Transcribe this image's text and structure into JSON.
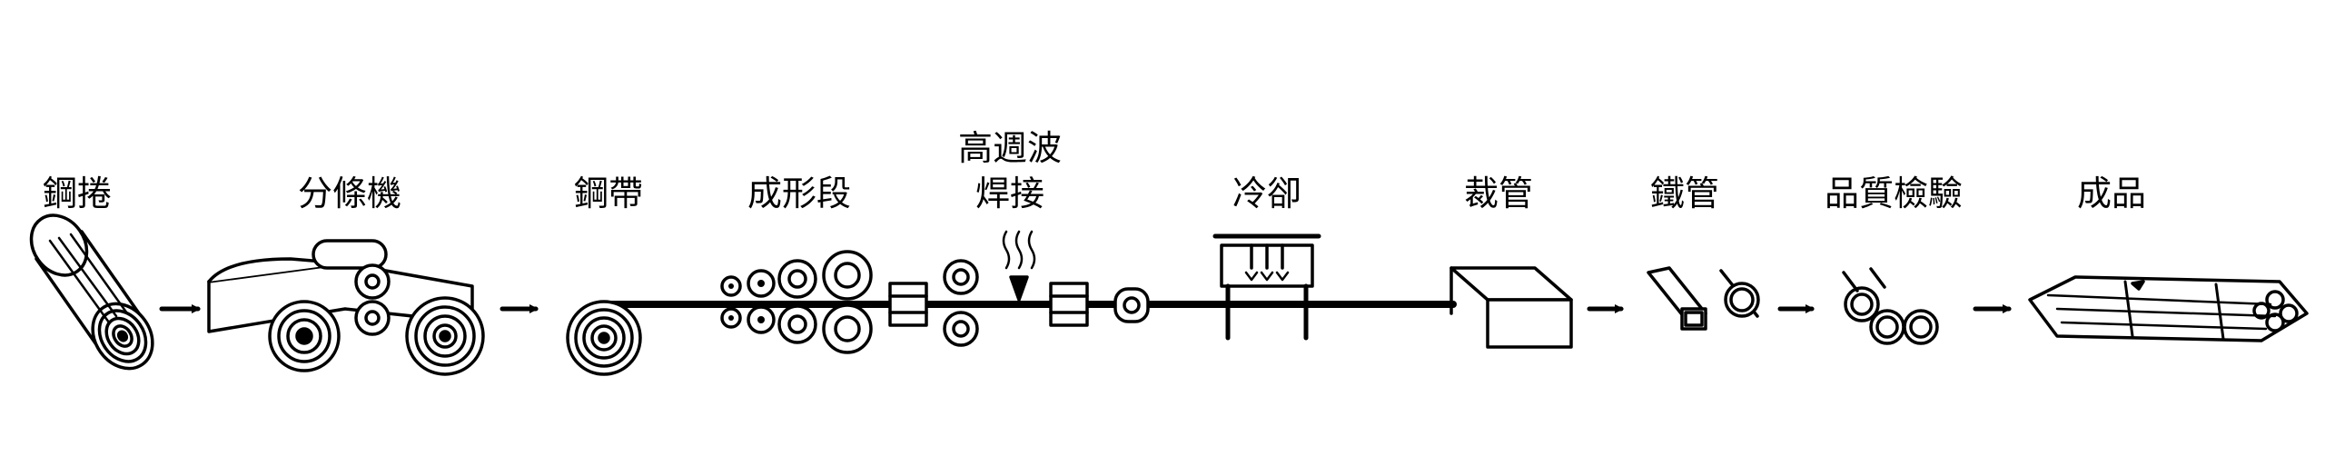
{
  "labels": {
    "steel_coil": "鋼捲",
    "slitter": "分條機",
    "steel_strip": "鋼帶",
    "forming": "成形段",
    "hf_welding_1": "高週波",
    "hf_welding_2": "焊接",
    "cooling": "冷卻",
    "cutting": "裁管",
    "steel_pipe": "鐵管",
    "inspection": "品質檢驗",
    "product": "成品"
  },
  "colors": {
    "line": "#000000",
    "background": "#ffffff"
  },
  "icons": [
    "steel-coil-icon",
    "slitter-machine-icon",
    "strip-coil-icon",
    "forming-rollers-icon",
    "welding-heat-icon",
    "cooling-sprayer-icon",
    "cutting-box-icon",
    "pipe-square-round-icon",
    "pipe-bundle-icon",
    "finished-bundle-icon",
    "arrow-icon"
  ]
}
